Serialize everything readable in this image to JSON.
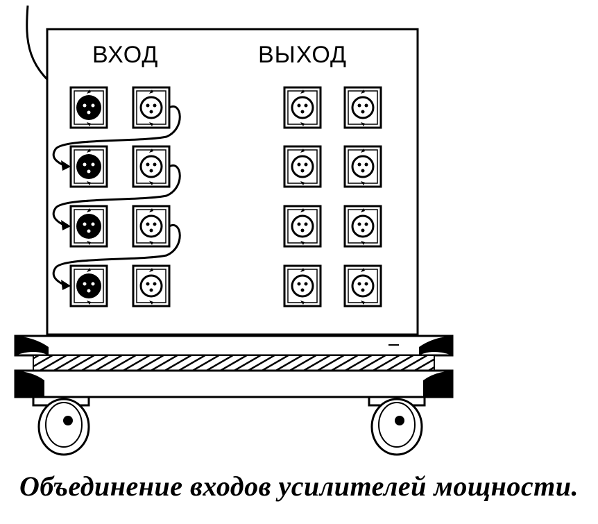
{
  "labels": {
    "input": "ВХОД",
    "output": "ВЫХОД"
  },
  "caption": "Объединение входов усилителей мощности.",
  "connectors": {
    "input_female": {
      "count": 4,
      "style": "filled"
    },
    "input_male": {
      "count": 4,
      "style": "outline"
    },
    "output_col1": {
      "count": 4,
      "style": "outline"
    },
    "output_col2": {
      "count": 4,
      "style": "outline"
    }
  },
  "colors": {
    "ink": "#000000",
    "paper": "#ffffff"
  },
  "icons": {
    "xlr-female": "xlr-filled-connector-icon",
    "xlr-male": "xlr-outline-connector-icon",
    "wheel": "caster-wheel-icon",
    "arrow": "cable-arrow-icon"
  }
}
